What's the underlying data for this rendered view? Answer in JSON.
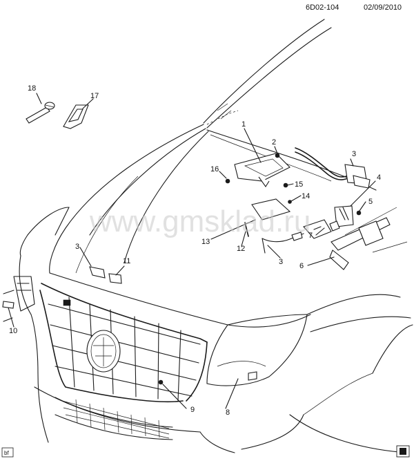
{
  "header": {
    "diagram_id": "6D02-104",
    "date": "02/09/2010"
  },
  "watermark": "www.gmsklad.ru",
  "corner_tag": "bf",
  "callouts": {
    "c1": "1",
    "c2": "2",
    "c3a": "3",
    "c3b": "3",
    "c3c": "3",
    "c4": "4",
    "c5": "5",
    "c6": "6",
    "c7": "7",
    "c8": "8",
    "c9": "9",
    "c10": "10",
    "c11": "11",
    "c12": "12",
    "c13": "13",
    "c14": "14",
    "c15": "15",
    "c16": "16",
    "c17": "17",
    "c18": "18"
  }
}
